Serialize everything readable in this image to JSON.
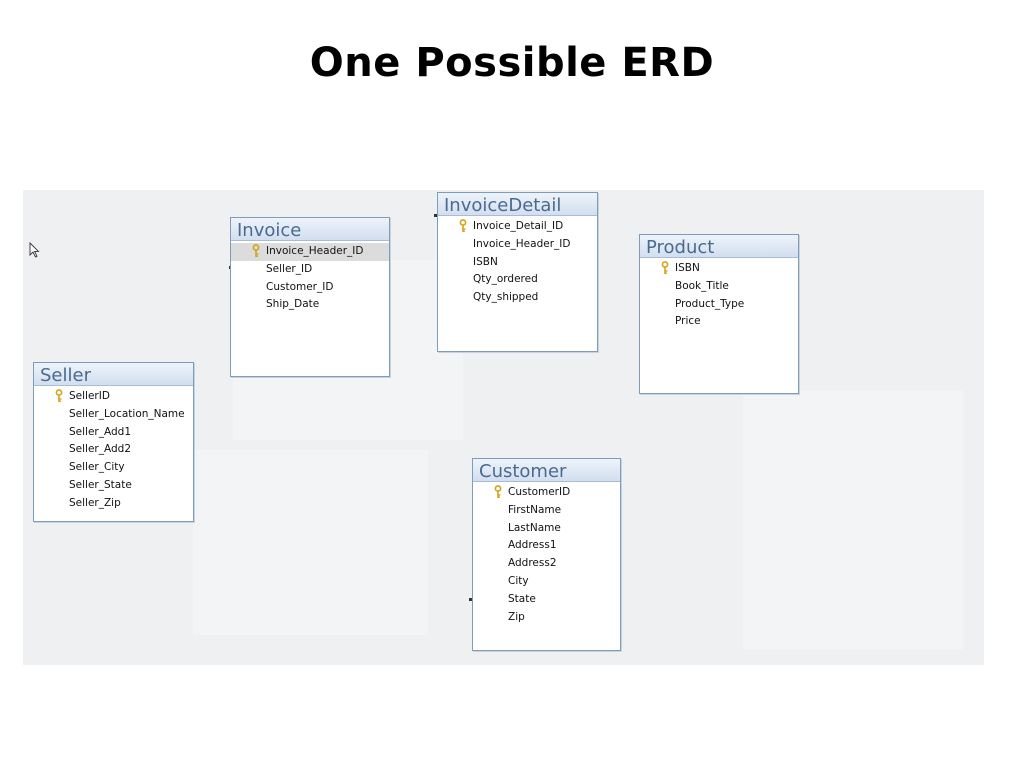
{
  "slide": {
    "title": "One Possible ERD"
  },
  "tables": {
    "invoice": {
      "name": "Invoice",
      "fields": [
        "Invoice_Header_ID",
        "Seller_ID",
        "Customer_ID",
        "Ship_Date"
      ]
    },
    "invoice_detail": {
      "name": "InvoiceDetail",
      "fields": [
        "Invoice_Detail_ID",
        "Invoice_Header_ID",
        "ISBN",
        "Qty_ordered",
        "Qty_shipped"
      ]
    },
    "product": {
      "name": "Product",
      "fields": [
        "ISBN",
        "Book_Title",
        "Product_Type",
        "Price"
      ]
    },
    "seller": {
      "name": "Seller",
      "fields": [
        "SellerID",
        "Seller_Location_Name",
        "Seller_Add1",
        "Seller_Add2",
        "Seller_City",
        "Seller_State",
        "Seller_Zip"
      ]
    },
    "customer": {
      "name": "Customer",
      "fields": [
        "CustomerID",
        "FirstName",
        "LastName",
        "Address1",
        "Address2",
        "City",
        "State",
        "Zip"
      ]
    }
  },
  "colors": {
    "canvas": "#eef0f2",
    "table_border": "#7f9db9",
    "table_title": "#4a6a8f",
    "key_icon": "#d6a21a"
  },
  "icons": {
    "primary_key": "key-icon",
    "pointer": "mouse-pointer-icon"
  }
}
